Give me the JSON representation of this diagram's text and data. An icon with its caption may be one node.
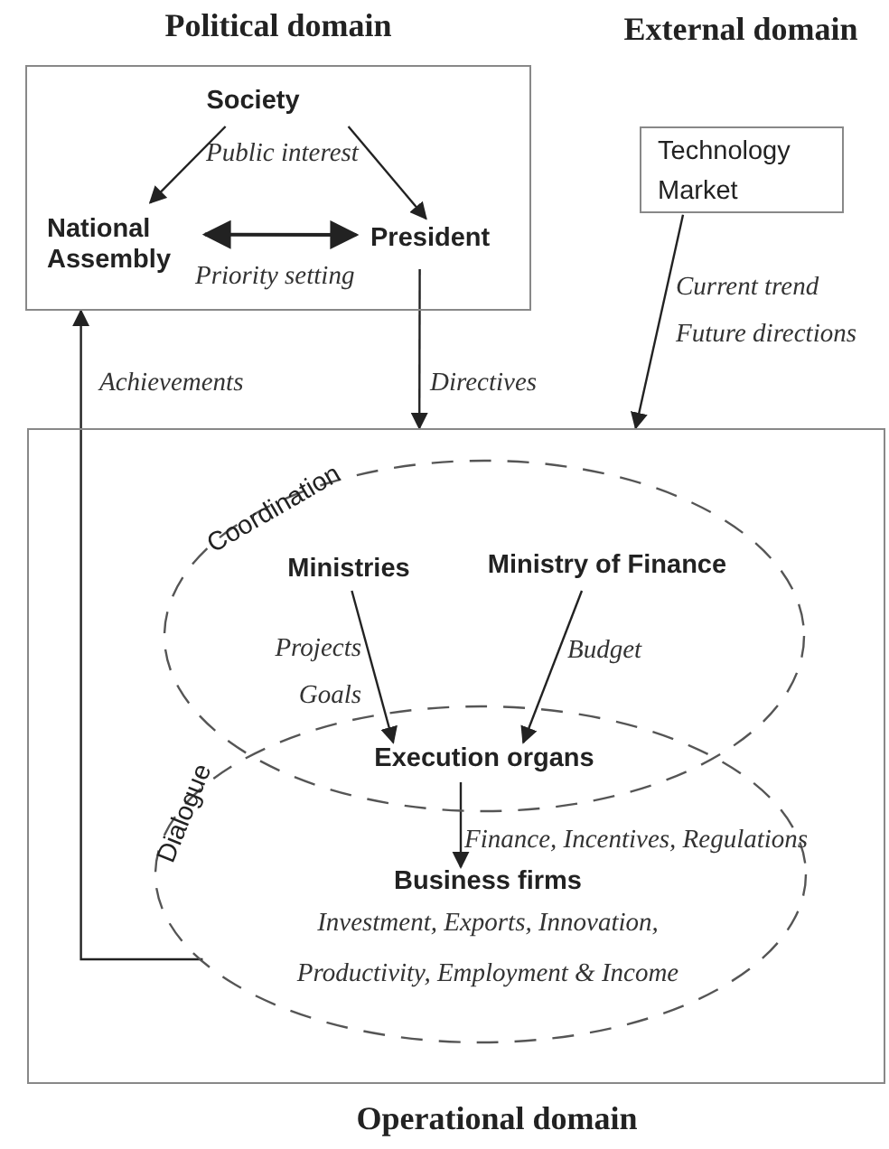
{
  "diagram": {
    "nodes": [
      {
        "text": [
          "Political domain"
        ]
      },
      {
        "text": [
          "Society"
        ],
        "in": 0
      },
      {
        "text": [
          "National Assembly"
        ],
        "in": 0
      },
      {
        "text": [
          "President"
        ],
        "in": 0
      },
      {
        "text": [
          "External domain",
          "Technology",
          "Market"
        ]
      },
      {
        "text": [
          "Operational domain"
        ]
      },
      {
        "text": [
          "Coordination"
        ],
        "in": 5
      },
      {
        "text": [
          "Ministries"
        ],
        "in": 6
      },
      {
        "text": [
          "Ministry of Finance"
        ],
        "in": 6
      },
      {
        "text": [
          "Dialogue"
        ],
        "in": 5
      },
      {
        "text": [
          "Execution organs"
        ]
      },
      {
        "text": [
          "Business firms",
          "Investment, Exports, Innovation, Productivity, Employment & Income"
        ],
        "in": 9
      }
    ],
    "edges": [
      {
        "from": 1,
        "to": 2,
        "arrow": "to"
      },
      {
        "from": 1,
        "to": 3,
        "arrow": "to"
      },
      {
        "from": 2,
        "to": 3,
        "arrow": "both",
        "label": "Priority setting"
      },
      {
        "from": 3,
        "to": 5,
        "arrow": "to",
        "label": "Directives"
      },
      {
        "from": 4,
        "to": 5,
        "arrow": "to",
        "label": "Current trend Future directions"
      },
      {
        "from": 9,
        "to": 0,
        "arrow": "to",
        "label": "Achievements"
      },
      {
        "from": 7,
        "to": 10,
        "arrow": "to",
        "label": "Projects Goals"
      },
      {
        "from": 8,
        "to": 10,
        "arrow": "to",
        "label": "Budget"
      },
      {
        "from": 10,
        "to": 11,
        "arrow": "to",
        "label": "Finance, Incentives, Regulations"
      }
    ],
    "labels": [
      "Public interest"
    ]
  }
}
